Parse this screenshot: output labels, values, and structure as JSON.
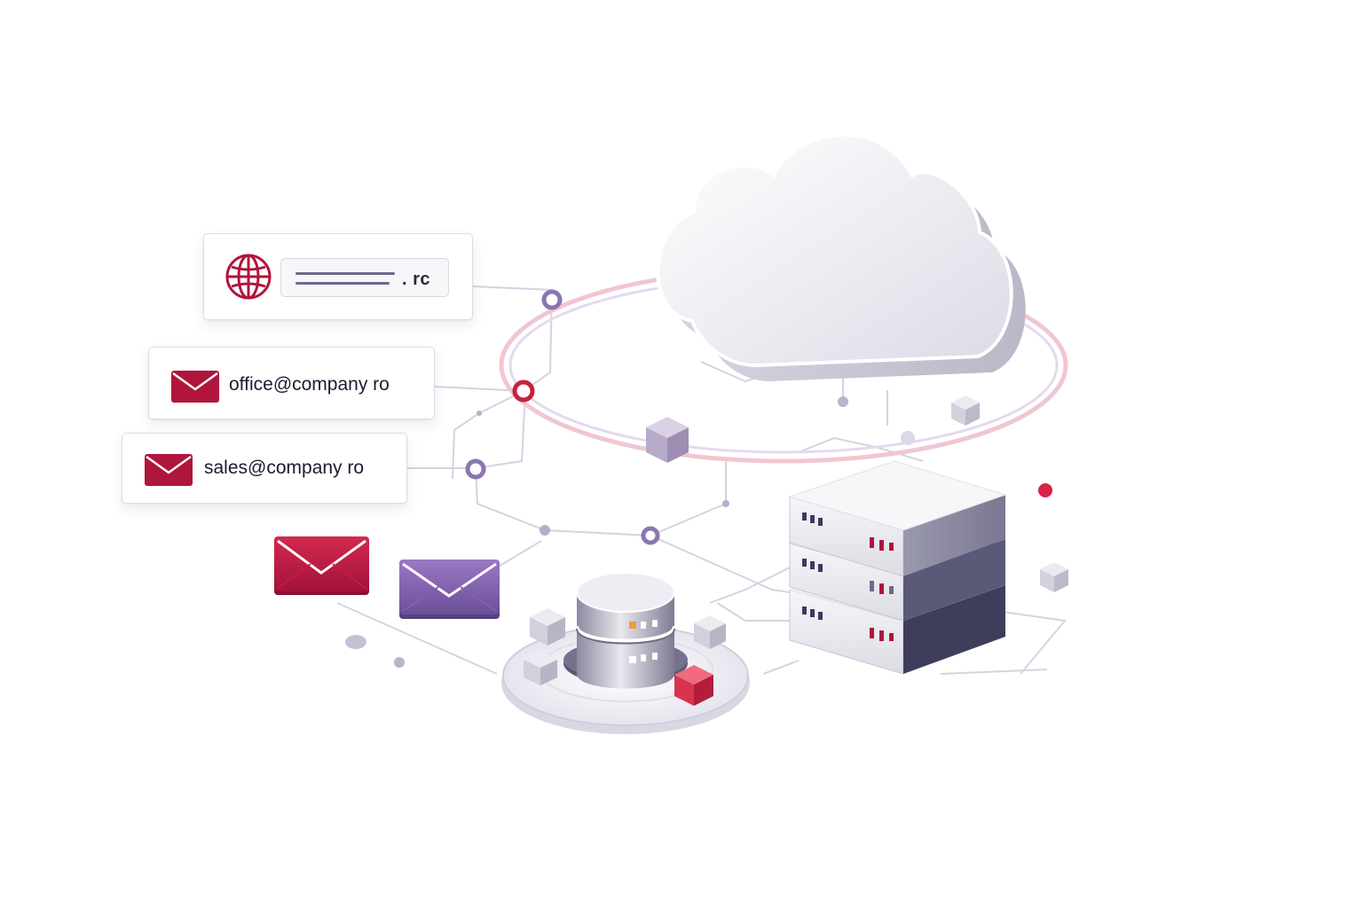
{
  "domain_card": {
    "tld": ". rc",
    "icon": "globe-icon"
  },
  "email_cards": [
    {
      "address": "office@company ro",
      "icon": "envelope-icon"
    },
    {
      "address": "sales@company ro",
      "icon": "envelope-icon"
    }
  ],
  "colors": {
    "crimson": "#b0153c",
    "purple": "#7b5aa8",
    "navy": "#3d3a5e",
    "ring_pink": "#f0c6d2",
    "ring_lilac": "#d9cdea",
    "line": "#cfcadc"
  }
}
